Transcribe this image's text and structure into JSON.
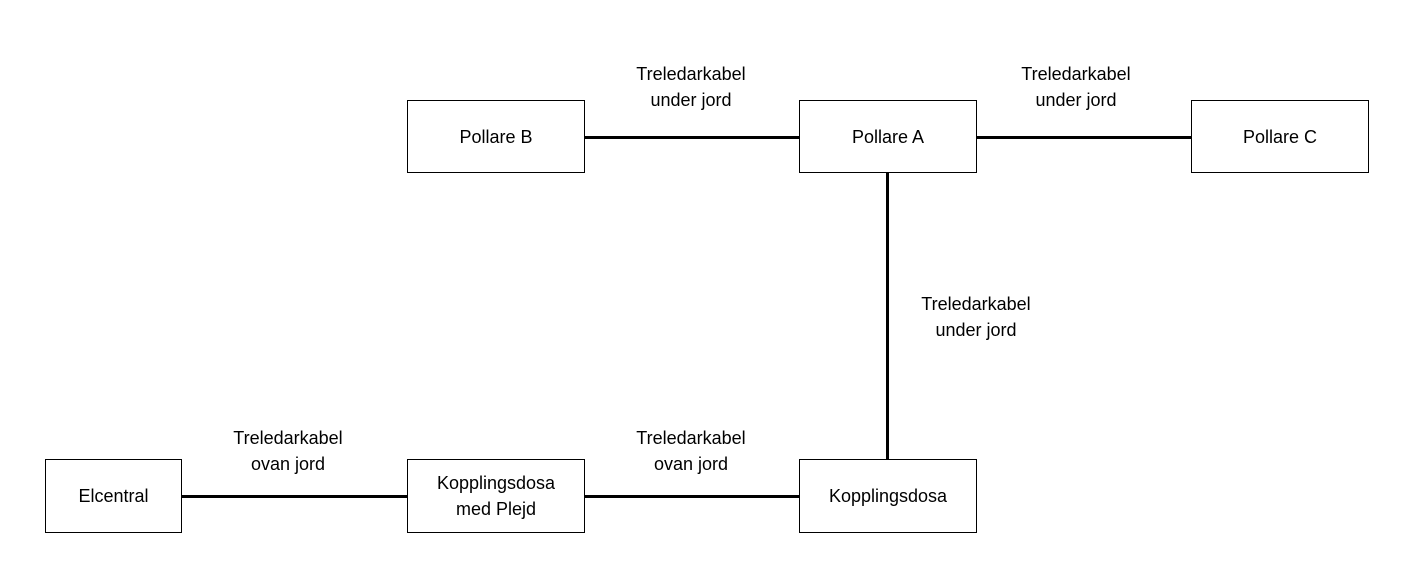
{
  "nodes": {
    "pollare_b": "Pollare B",
    "pollare_a": "Pollare A",
    "pollare_c": "Pollare C",
    "elcentral": "Elcentral",
    "kopplingsdosa_plejd_line1": "Kopplingsdosa",
    "kopplingsdosa_plejd_line2": "med Plejd",
    "kopplingsdosa": "Kopplingsdosa"
  },
  "connections": [
    {
      "from": "Pollare B",
      "to": "Pollare A",
      "line1": "Treledarkabel",
      "line2": "under jord"
    },
    {
      "from": "Pollare A",
      "to": "Pollare C",
      "line1": "Treledarkabel",
      "line2": "under jord"
    },
    {
      "from": "Pollare A",
      "to": "Kopplingsdosa",
      "line1": "Treledarkabel",
      "line2": "under jord"
    },
    {
      "from": "Elcentral",
      "to": "Kopplingsdosa med Plejd",
      "line1": "Treledarkabel",
      "line2": "ovan jord"
    },
    {
      "from": "Kopplingsdosa med Plejd",
      "to": "Kopplingsdosa",
      "line1": "Treledarkabel",
      "line2": "ovan jord"
    }
  ],
  "colors": {
    "line": "#000000",
    "box_border": "#000000",
    "background": "#ffffff"
  }
}
